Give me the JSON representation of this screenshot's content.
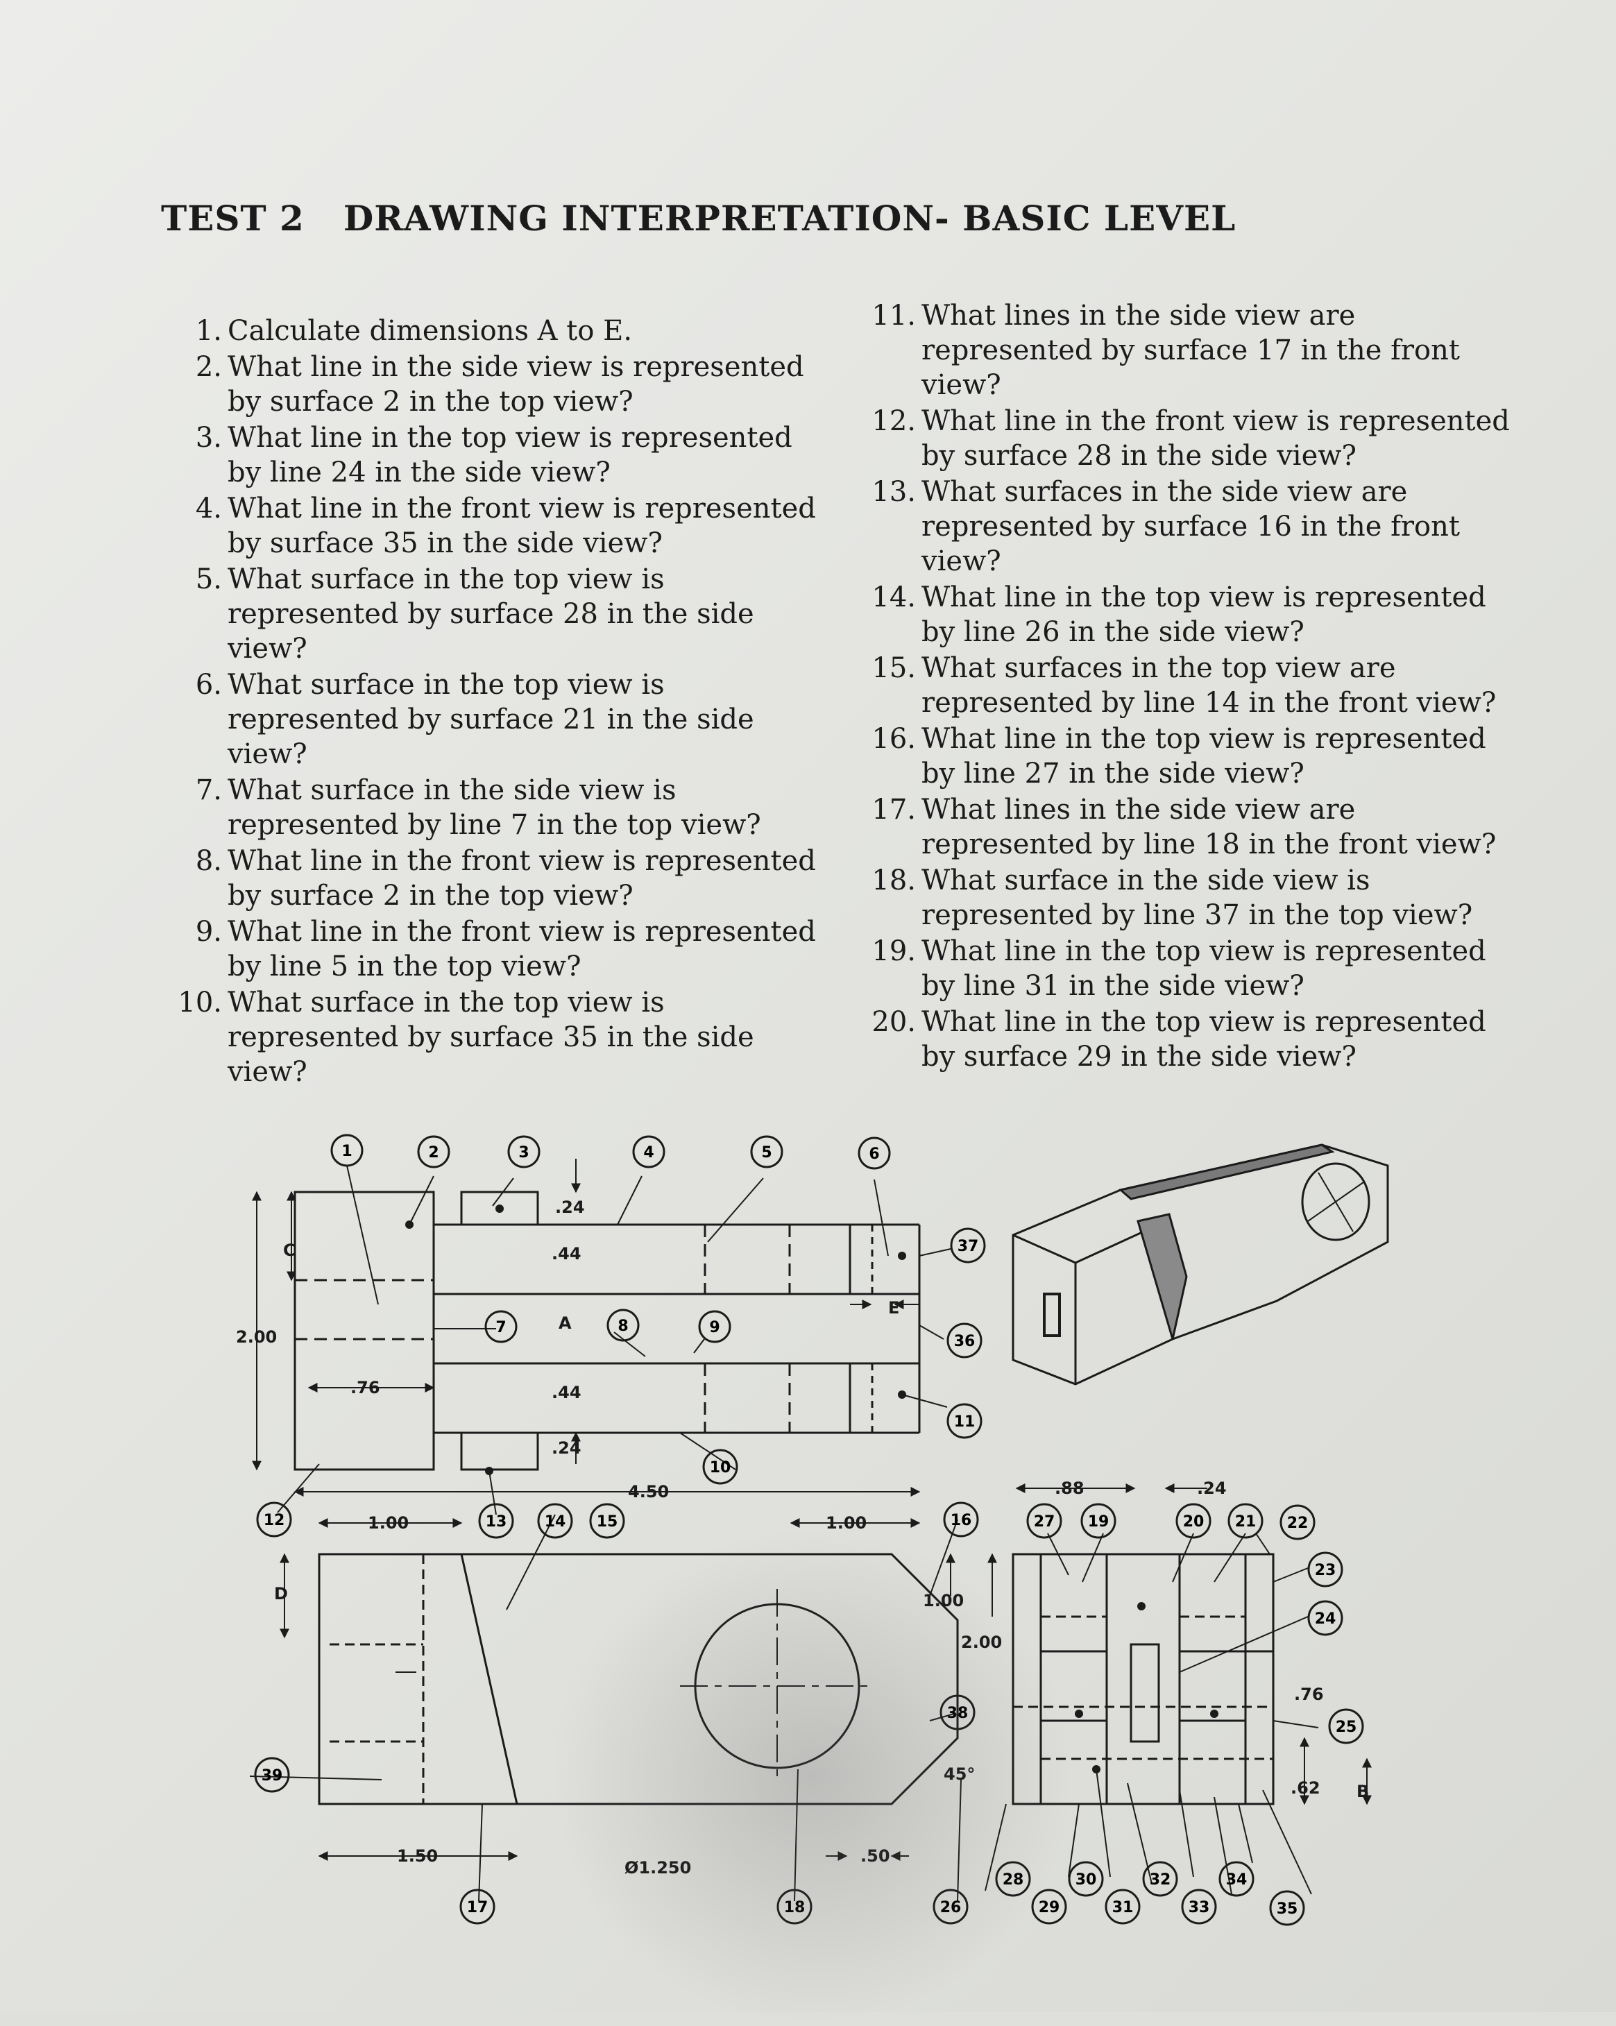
{
  "title": {
    "test": "TEST 2",
    "heading": "DRAWING INTERPRETATION- BASIC LEVEL"
  },
  "questions_left": [
    {
      "num": "1.",
      "text": "Calculate dimensions A to E."
    },
    {
      "num": "2.",
      "text": "What line in the side view is represented by surface 2 in the top view?"
    },
    {
      "num": "3.",
      "text": "What line in the top view is represented by line 24 in the side view?"
    },
    {
      "num": "4.",
      "text": "What line in the front view is represented by surface 35 in the side view?"
    },
    {
      "num": "5.",
      "text": "What surface in the top view is represented by surface 28 in the side view?"
    },
    {
      "num": "6.",
      "text": "What surface in the top view is represented by surface 21 in the side view?"
    },
    {
      "num": "7.",
      "text": "What surface in the side view is represented by line 7 in the top view?"
    },
    {
      "num": "8.",
      "text": "What line in the front view is represented by surface 2 in the top view?"
    },
    {
      "num": "9.",
      "text": "What line in the front view is represented by line 5 in the top view?"
    },
    {
      "num": "10.",
      "text": "What surface in the top view is represented by surface 35 in the side view?"
    }
  ],
  "questions_right": [
    {
      "num": "11.",
      "text": "What lines in the side view are represented by surface 17 in the front view?"
    },
    {
      "num": "12.",
      "text": "What line in the front view is represented by surface 28 in the side view?"
    },
    {
      "num": "13.",
      "text": "What surfaces in the side view are represented by surface 16 in the front view?"
    },
    {
      "num": "14.",
      "text": "What line in the top view is represented by line 26 in the side view?"
    },
    {
      "num": "15.",
      "text": "What surfaces in the top view are represented by line 14 in the front view?"
    },
    {
      "num": "16.",
      "text": "What line in the top view is represented by line 27 in the side view?"
    },
    {
      "num": "17.",
      "text": "What lines in the side view are represented by line 18 in the front view?"
    },
    {
      "num": "18.",
      "text": "What surface in the side view is represented by line 37 in the top view?"
    },
    {
      "num": "19.",
      "text": "What line in the top view is represented by line 31 in the side view?"
    },
    {
      "num": "20.",
      "text": "What line in the top view is represented by surface 29 in the side view?"
    }
  ],
  "callouts": {
    "c1": "1",
    "c2": "2",
    "c3": "3",
    "c4": "4",
    "c5": "5",
    "c6": "6",
    "c7": "7",
    "c8": "8",
    "c9": "9",
    "c10": "10",
    "c11": "11",
    "c12": "12",
    "c13": "13",
    "c14": "14",
    "c15": "15",
    "c16": "16",
    "c17": "17",
    "c18": "18",
    "c19": "19",
    "c20": "20",
    "c21": "21",
    "c22": "22",
    "c23": "23",
    "c24": "24",
    "c25": "25",
    "c26": "26",
    "c27": "27",
    "c28": "28",
    "c29": "29",
    "c30": "30",
    "c31": "31",
    "c32": "32",
    "c33": "33",
    "c34": "34",
    "c35": "35",
    "c36": "36",
    "c37": "37",
    "c38": "38",
    "c39": "39"
  },
  "dims": {
    "d_24_top": ".24",
    "d_44_top": ".44",
    "d_A": "A",
    "d_C": "C",
    "d_2_00_left": "2.00",
    "d_76": ".76",
    "d_44_bot": ".44",
    "d_24_bot": ".24",
    "d_E": "E",
    "d_4_50": "4.50",
    "d_1_00_left": "1.00",
    "d_1_00_right": "1.00",
    "d_D": "D",
    "d_1_50": "1.50",
    "d_dia": "Ø1.250",
    "d_50": ".50",
    "d_1_00_v": "1.00",
    "d_2_00_v": "2.00",
    "d_45": "45°",
    "d_88": ".88",
    "d_24_side": ".24",
    "d_76_side": ".76",
    "d_62": ".62",
    "d_B": "B"
  }
}
